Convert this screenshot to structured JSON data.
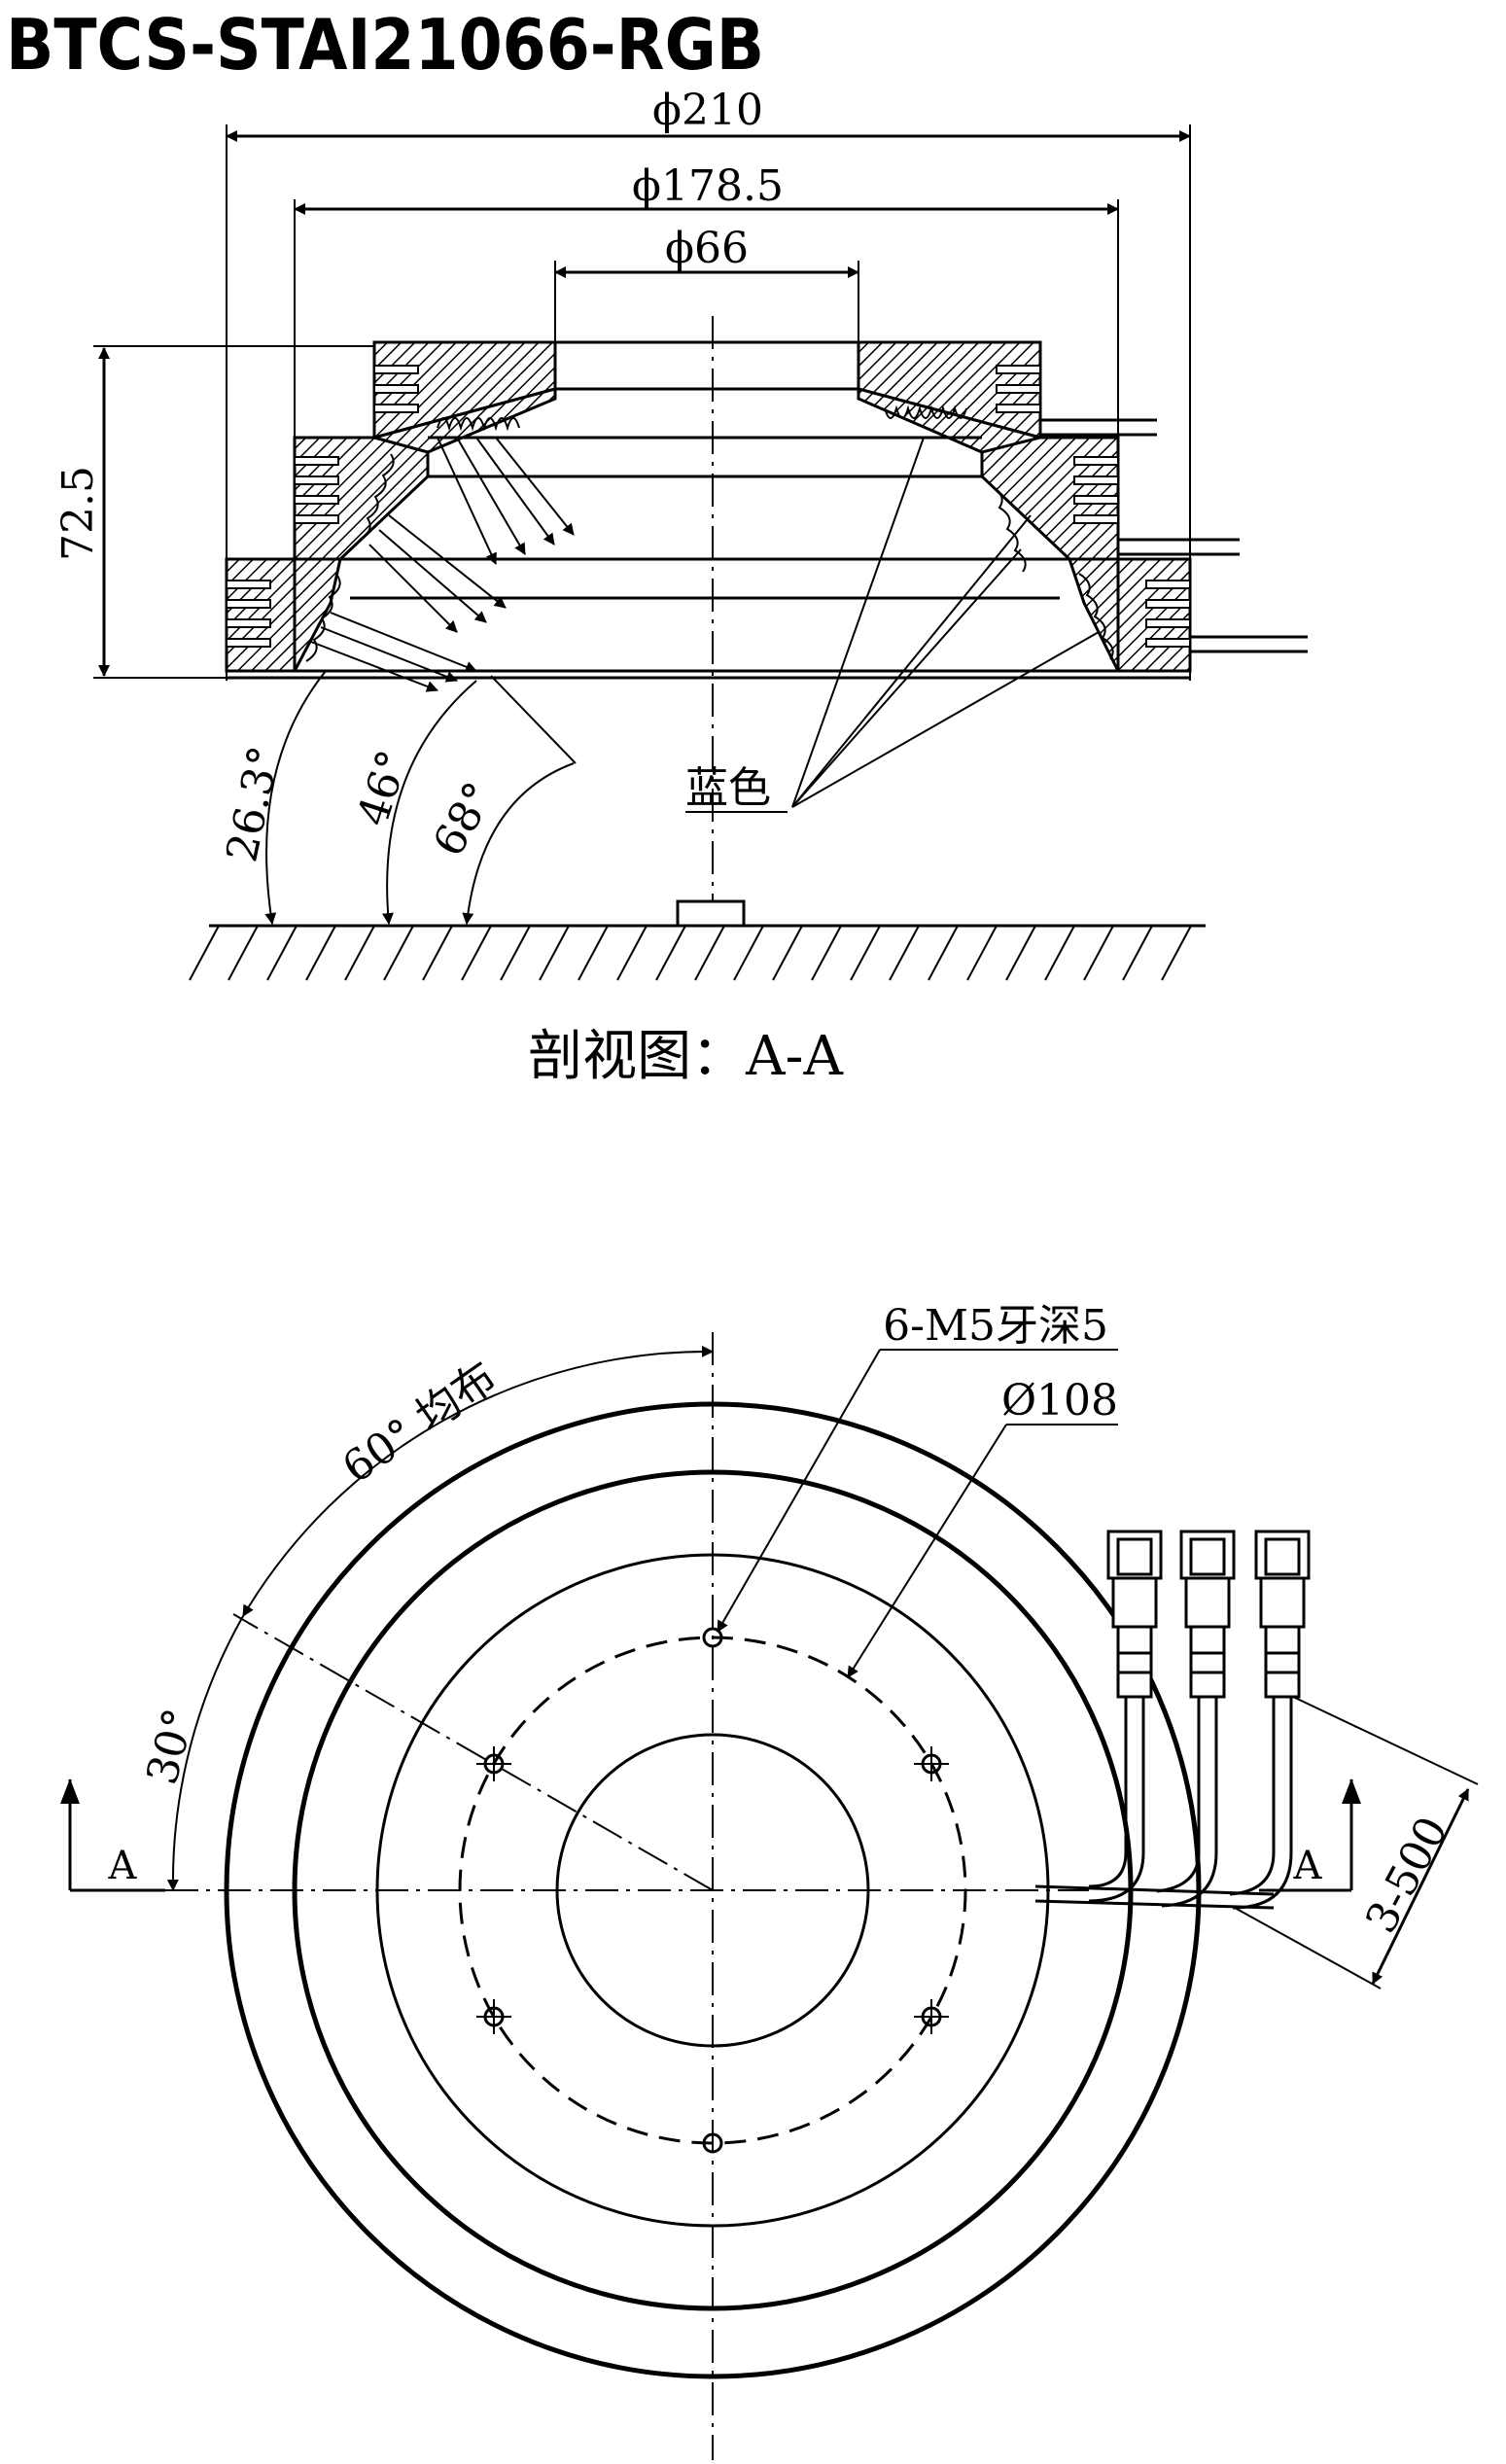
{
  "title": "BTCS-STAI21066-RGB",
  "section_view": {
    "dimensions": {
      "outer_diameter": "ϕ210",
      "mid_diameter": "ϕ178.5",
      "inner_diameter": "ϕ66",
      "height": "72.5"
    },
    "angles": [
      "26.3°",
      "46°",
      "68°"
    ],
    "color_label": "蓝色",
    "caption": "剖视图：A-A"
  },
  "plan_view": {
    "thread_label": "6-M5牙深5",
    "bolt_circle": "Ø108",
    "spacing_label": "60° 均布",
    "offset_angle": "30°",
    "section_mark_left": "A",
    "section_mark_right": "A",
    "cable_label": "3-500"
  }
}
